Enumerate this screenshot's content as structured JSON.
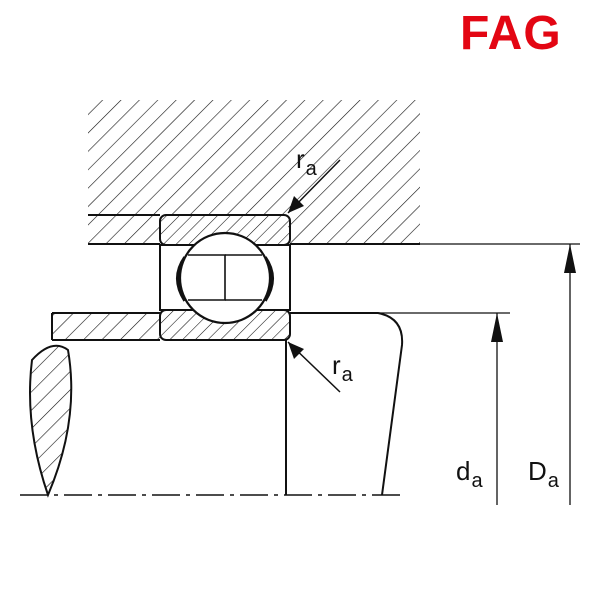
{
  "brand": {
    "name": "FAG",
    "color": "#e30613"
  },
  "labels": {
    "radius_top": {
      "main": "r",
      "sub": "a"
    },
    "radius_bottom": {
      "main": "r",
      "sub": "a"
    },
    "shaft_shoulder_diameter": {
      "main": "d",
      "sub": "a"
    },
    "housing_shoulder_diameter": {
      "main": "D",
      "sub": "a"
    }
  },
  "colors": {
    "line": "#111111",
    "background": "#ffffff"
  }
}
